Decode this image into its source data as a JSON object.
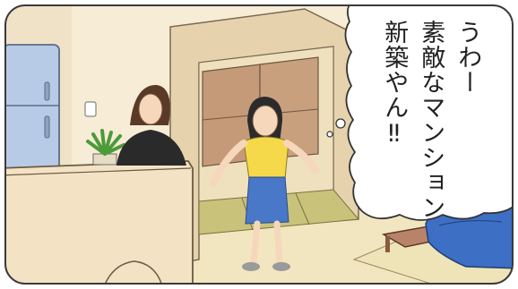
{
  "speech_bubble": {
    "lines": [
      "うわー",
      "素敵なマンション",
      "新築やん‼"
    ]
  },
  "colors": {
    "frame": "#3a3a3a",
    "wall": "#f7ecd6",
    "floor": "#f2e6c0",
    "tatami": "#c9c27a",
    "closet": "#c49a78",
    "shirt": "#f5d94a",
    "skirt": "#4a78c8",
    "sofa": "#3d6fc4",
    "table": "#b9836a",
    "fridge": "#b8cbe6",
    "bubble": "#ffffff"
  },
  "icons": [
    "refrigerator",
    "potted-plant",
    "light-switch",
    "sofa",
    "low-table"
  ]
}
